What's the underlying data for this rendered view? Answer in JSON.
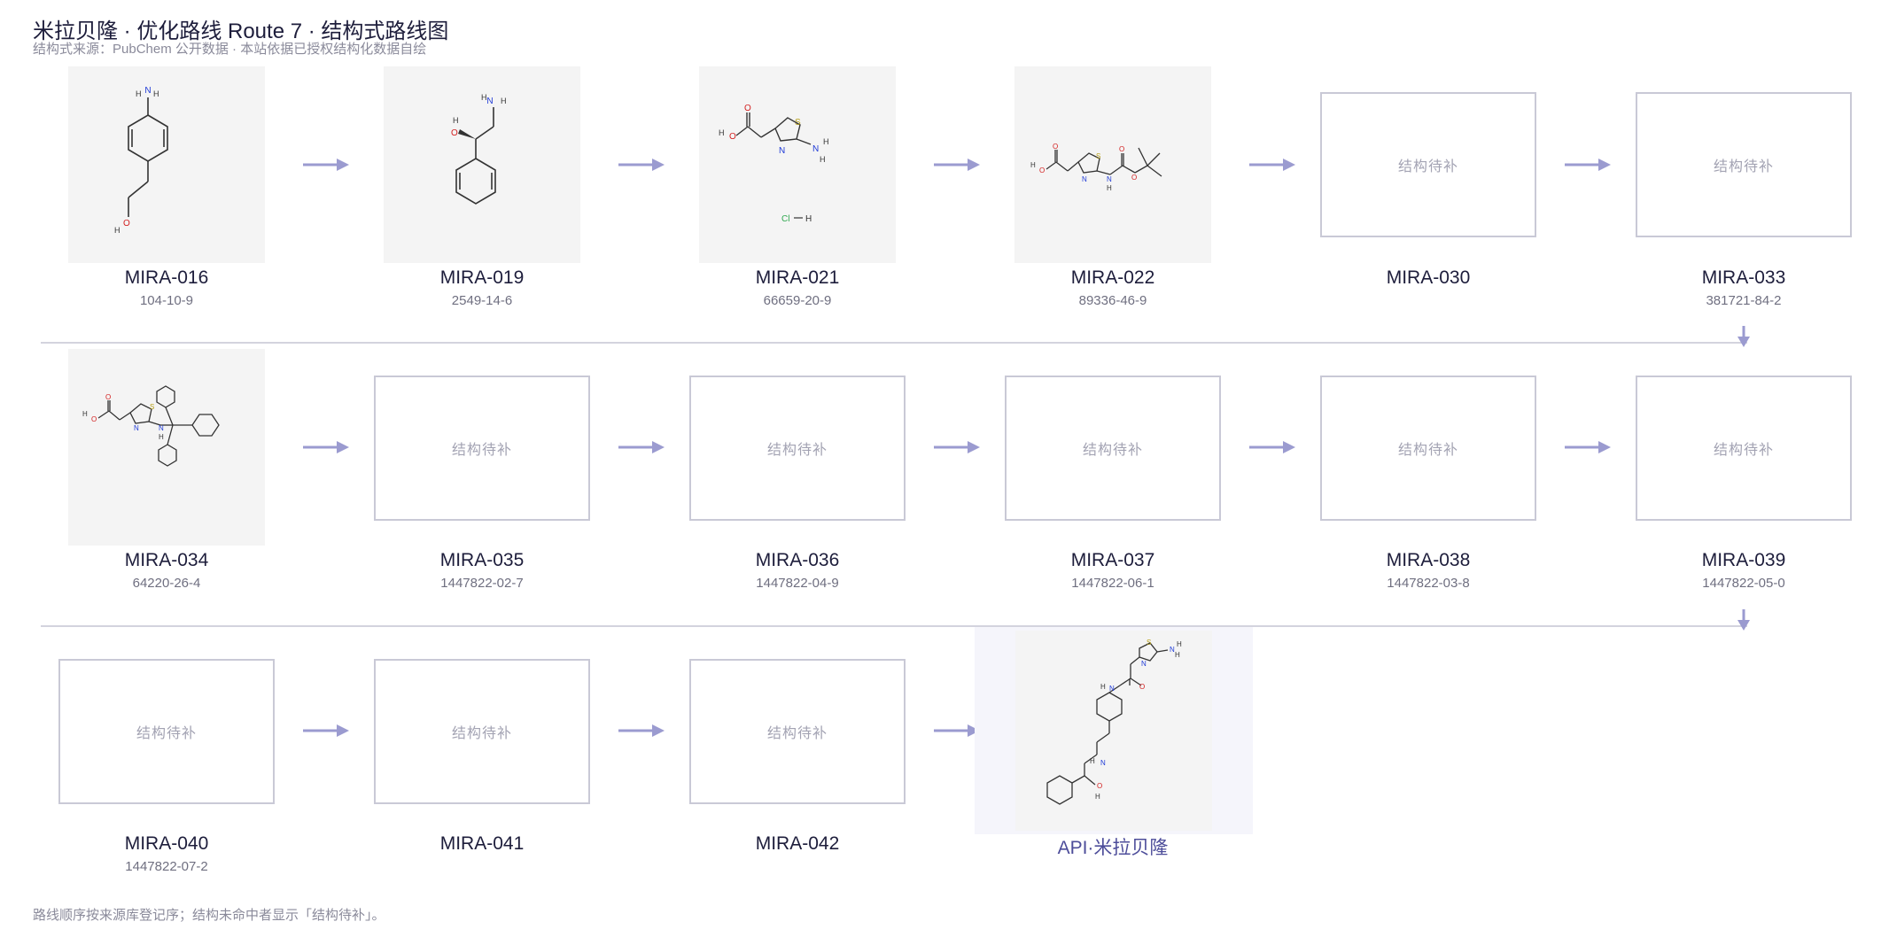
{
  "header": {
    "title": "米拉贝隆 · 优化路线 Route 7 · 结构式路线图",
    "subtitle": "结构式来源：PubChem 公开数据 · 本站依据已授权结构化数据自绘"
  },
  "placeholder_text": "结构待补",
  "footer": "路线顺序按来源库登记序；结构未命中者显示「结构待补」。",
  "colors": {
    "arrow": "#9b9bd0",
    "api_name": "#4d4d9a",
    "nitrogen": "#1f3ad6",
    "oxygen": "#d21f1f",
    "sulfur": "#b8a11a",
    "chlorine": "#2fa84f"
  },
  "compounds": [
    {
      "id": "MIRA-016",
      "cas": "104-10-9",
      "structure": "4-aminophenethyl-alcohol"
    },
    {
      "id": "MIRA-019",
      "cas": "2549-14-6",
      "structure": "2-amino-1-phenylethanol"
    },
    {
      "id": "MIRA-021",
      "cas": "66659-20-9",
      "structure": "aminothiazolylacetic-acid-hcl"
    },
    {
      "id": "MIRA-022",
      "cas": "89336-46-9",
      "structure": "boc-aminothiazolylacetic-acid"
    },
    {
      "id": "MIRA-030",
      "cas": "",
      "structure": null
    },
    {
      "id": "MIRA-033",
      "cas": "381721-84-2",
      "structure": null
    },
    {
      "id": "MIRA-034",
      "cas": "64220-26-4",
      "structure": "trityl-aminothiazolylacetic-acid"
    },
    {
      "id": "MIRA-035",
      "cas": "1447822-02-7",
      "structure": null
    },
    {
      "id": "MIRA-036",
      "cas": "1447822-04-9",
      "structure": null
    },
    {
      "id": "MIRA-037",
      "cas": "1447822-06-1",
      "structure": null
    },
    {
      "id": "MIRA-038",
      "cas": "1447822-03-8",
      "structure": null
    },
    {
      "id": "MIRA-039",
      "cas": "1447822-05-0",
      "structure": null
    },
    {
      "id": "MIRA-040",
      "cas": "1447822-07-2",
      "structure": null
    },
    {
      "id": "MIRA-041",
      "cas": "",
      "structure": null
    },
    {
      "id": "MIRA-042",
      "cas": "",
      "structure": null
    },
    {
      "id": "API·米拉贝隆",
      "cas": "",
      "structure": "mirabegron"
    }
  ],
  "atoms": {
    "N": "N",
    "H": "H",
    "O": "O",
    "S": "S",
    "Cl": "Cl"
  }
}
